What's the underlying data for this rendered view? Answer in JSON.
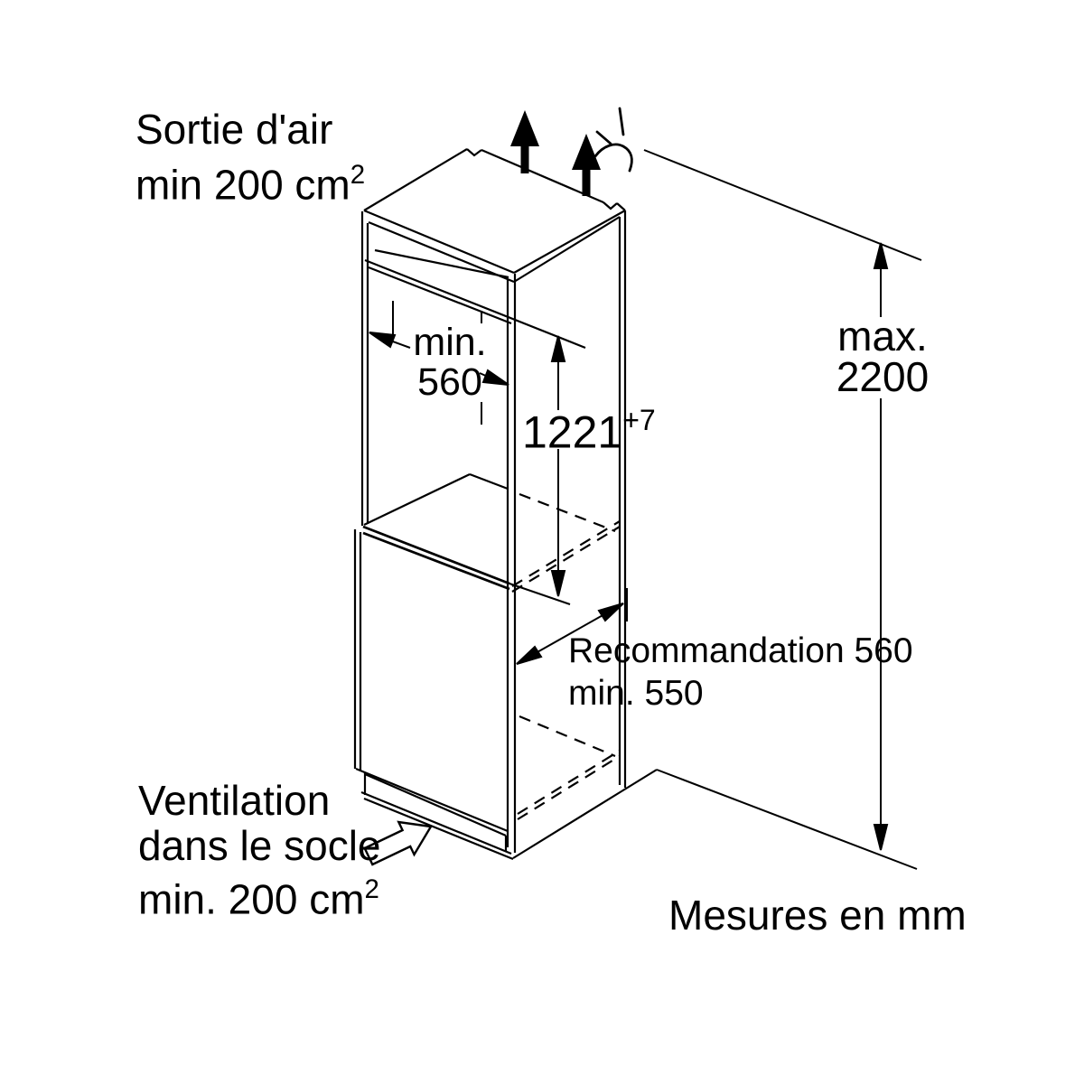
{
  "title": "Built-in appliance niche installation diagram",
  "units_note": "Mesures en mm",
  "labels": {
    "air_outlet": {
      "line1": "Sortie d'air",
      "line2": "min 200 cm",
      "sup": "2"
    },
    "niche_width": {
      "line1": "min.",
      "line2": "560"
    },
    "niche_height": {
      "value": "1221",
      "sup": "+7"
    },
    "max_height": {
      "line1": "max.",
      "line2": "2200"
    },
    "depth": {
      "line1": "Recommandation 560",
      "line2": "min. 550"
    },
    "plinth_vent": {
      "line1": "Ventilation",
      "line2": "dans le socle",
      "line3": "min. 200 cm",
      "sup": "2"
    }
  },
  "colors": {
    "line": "#000000",
    "background": "#ffffff"
  },
  "icons": [
    "airflow-up-arrow",
    "airflow-up-arrow",
    "air-swirl-symbol",
    "ventilation-block-arrow"
  ]
}
